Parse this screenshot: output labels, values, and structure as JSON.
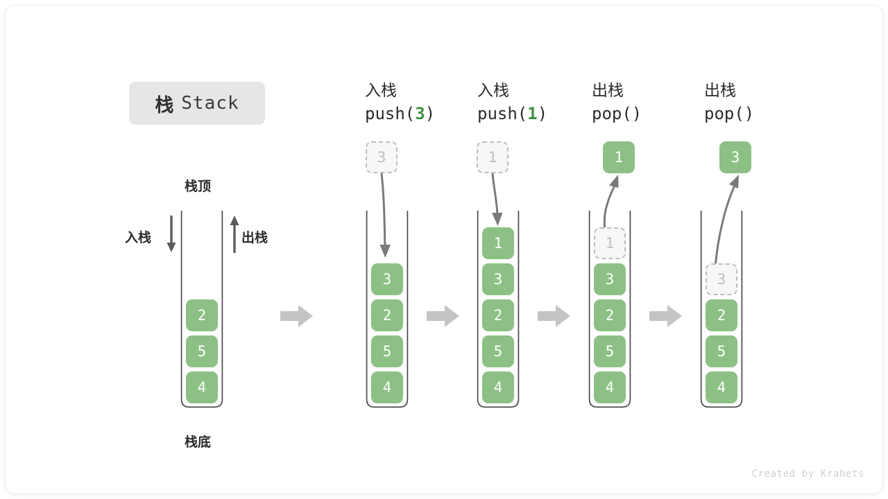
{
  "title": {
    "cn": "栈",
    "en": "Stack"
  },
  "labels": {
    "top": "栈顶",
    "bottom": "栈底",
    "push": "入栈",
    "pop": "出栈"
  },
  "watermark": "Created by Krahets",
  "colors": {
    "box_green": "#8cc084",
    "accent_green": "#3f9142",
    "ghost_fill": "#f7f7f7",
    "ghost_border": "#bdbdbd",
    "tube_stroke": "#4a4a4a",
    "arrow_gray": "#c4c4c4",
    "curve_stroke": "#7a7a7a",
    "badge_bg": "#e6e6e6",
    "text": "#2b2b2b"
  },
  "columns": [
    {
      "id": "initial",
      "head_line1": "",
      "head_line2": "",
      "head_num": "",
      "floating": null,
      "stack": [
        "2",
        "5",
        "4"
      ],
      "ghost_index": -1,
      "arrow": "none"
    },
    {
      "id": "push-3",
      "head_line1": "入栈",
      "head_line2_pre": "push(",
      "head_num": "3",
      "head_line2_post": ")",
      "floating": {
        "value": "3",
        "style": "ghost"
      },
      "stack": [
        "3",
        "2",
        "5",
        "4"
      ],
      "ghost_index": -1,
      "arrow": "down"
    },
    {
      "id": "push-1",
      "head_line1": "入栈",
      "head_line2_pre": "push(",
      "head_num": "1",
      "head_line2_post": ")",
      "floating": {
        "value": "1",
        "style": "ghost"
      },
      "stack": [
        "1",
        "3",
        "2",
        "5",
        "4"
      ],
      "ghost_index": -1,
      "arrow": "down"
    },
    {
      "id": "pop-1",
      "head_line1": "出栈",
      "head_line2_pre": "pop(",
      "head_num": "",
      "head_line2_post": ")",
      "floating": {
        "value": "1",
        "style": "solid"
      },
      "stack": [
        "1",
        "3",
        "2",
        "5",
        "4"
      ],
      "ghost_index": 0,
      "arrow": "up"
    },
    {
      "id": "pop-3",
      "head_line1": "出栈",
      "head_line2_pre": "pop(",
      "head_num": "",
      "head_line2_post": ")",
      "floating": {
        "value": "3",
        "style": "solid"
      },
      "stack": [
        "3",
        "2",
        "5",
        "4"
      ],
      "ghost_index": 0,
      "arrow": "up"
    }
  ],
  "transition_arrows": 4
}
